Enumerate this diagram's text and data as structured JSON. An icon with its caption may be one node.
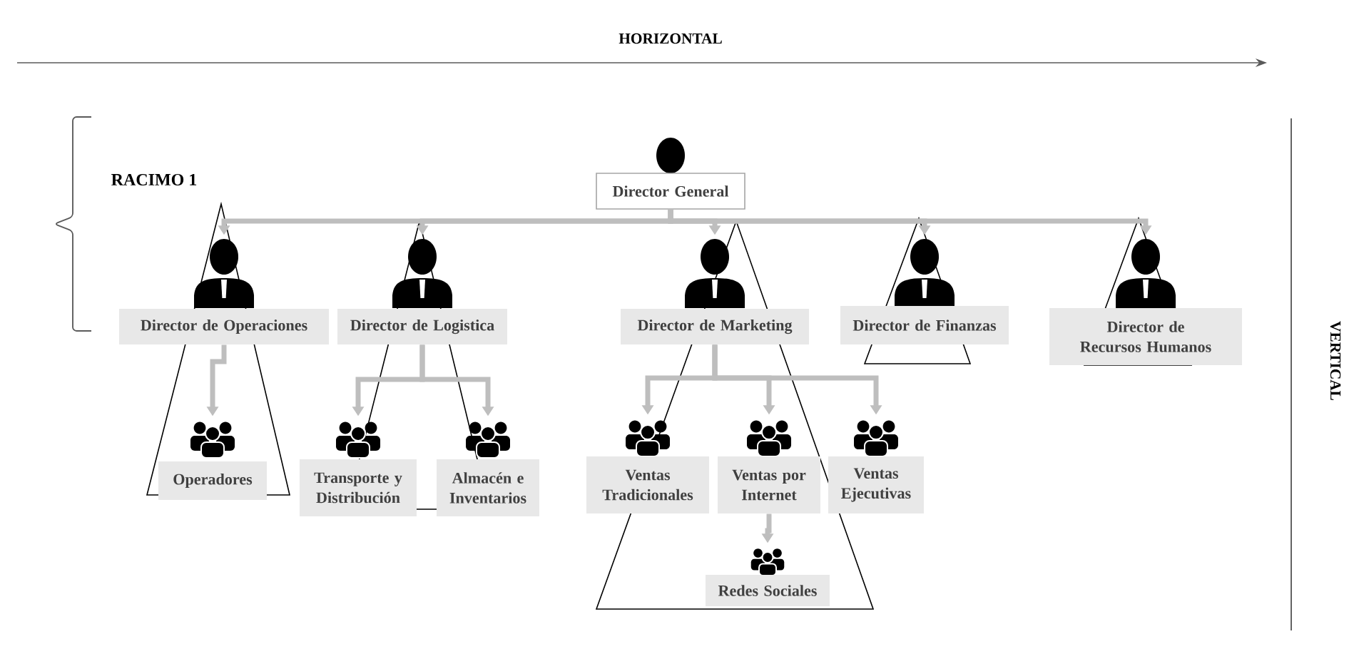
{
  "diagram": {
    "nodes": [
      {
        "text": [
          "Director General"
        ]
      },
      {
        "text": [
          "Director de Operaciones"
        ]
      },
      {
        "text": [
          "Director de Logistica"
        ]
      },
      {
        "text": [
          "Director de Marketing"
        ]
      },
      {
        "text": [
          "Director de Finanzas"
        ]
      },
      {
        "text": [
          "Director de Recursos Humanos"
        ]
      },
      {
        "text": [
          "Operadores"
        ]
      },
      {
        "text": [
          "Transporte y Distribución"
        ]
      },
      {
        "text": [
          "Almacén e Inventarios"
        ]
      },
      {
        "text": [
          "Ventas Tradicionales"
        ]
      },
      {
        "text": [
          "Ventas por Internet"
        ]
      },
      {
        "text": [
          "Ventas Ejecutivas"
        ]
      },
      {
        "text": [
          "Redes Sociales"
        ]
      }
    ],
    "edges": [
      {
        "from": 0,
        "to": 1,
        "arrow": "to"
      },
      {
        "from": 0,
        "to": 2,
        "arrow": "to"
      },
      {
        "from": 0,
        "to": 3,
        "arrow": "to"
      },
      {
        "from": 0,
        "to": 4,
        "arrow": "to"
      },
      {
        "from": 0,
        "to": 5,
        "arrow": "to"
      },
      {
        "from": 1,
        "to": 6,
        "arrow": "to"
      },
      {
        "from": 2,
        "to": 7,
        "arrow": "to"
      },
      {
        "from": 2,
        "to": 8,
        "arrow": "to"
      },
      {
        "from": 3,
        "to": 9,
        "arrow": "to"
      },
      {
        "from": 3,
        "to": 10,
        "arrow": "to"
      },
      {
        "from": 3,
        "to": 11,
        "arrow": "to"
      },
      {
        "from": 10,
        "to": 12,
        "arrow": "to"
      }
    ],
    "labels": [
      "HORIZONTAL",
      "RACIMO 1",
      "VERTICAL"
    ]
  }
}
